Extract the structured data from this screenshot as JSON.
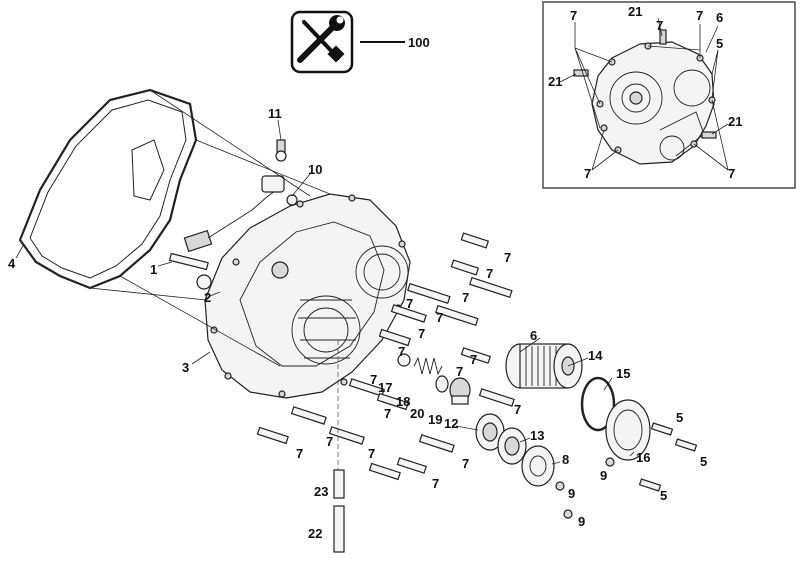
{
  "tool_callout": {
    "label": "100",
    "icon": "wrench-screwdriver-icon"
  },
  "part_labels": {
    "l1": "1",
    "l2": "2",
    "l3": "3",
    "l4": "4",
    "l5a": "5",
    "l5b": "5",
    "l5c": "5",
    "l6": "6",
    "l7a": "7",
    "l7b": "7",
    "l7c": "7",
    "l7d": "7",
    "l7e": "7",
    "l7f": "7",
    "l7g": "7",
    "l7h": "7",
    "l7i": "7",
    "l7j": "7",
    "l7k": "7",
    "l7l": "7",
    "l7m": "7",
    "l7n": "7",
    "l7o": "7",
    "l7p": "7",
    "l7q": "7",
    "l8": "8",
    "l9a": "9",
    "l9b": "9",
    "l9c": "9",
    "l10": "10",
    "l11": "11",
    "l12": "12",
    "l13": "13",
    "l14": "14",
    "l15": "15",
    "l16": "16",
    "l17": "17",
    "l18": "18",
    "l19": "19",
    "l20": "20",
    "l22": "22",
    "l23": "23"
  },
  "inset_labels": {
    "i7a": "7",
    "i7b": "7",
    "i7c": "7",
    "i7d": "7",
    "i7e": "7",
    "i21a": "21",
    "i21b": "21",
    "i21c": "21",
    "i6": "6",
    "i5": "5"
  },
  "colors": {
    "line": "#222222",
    "fill": "#f4f4f4",
    "background": "#ffffff"
  }
}
